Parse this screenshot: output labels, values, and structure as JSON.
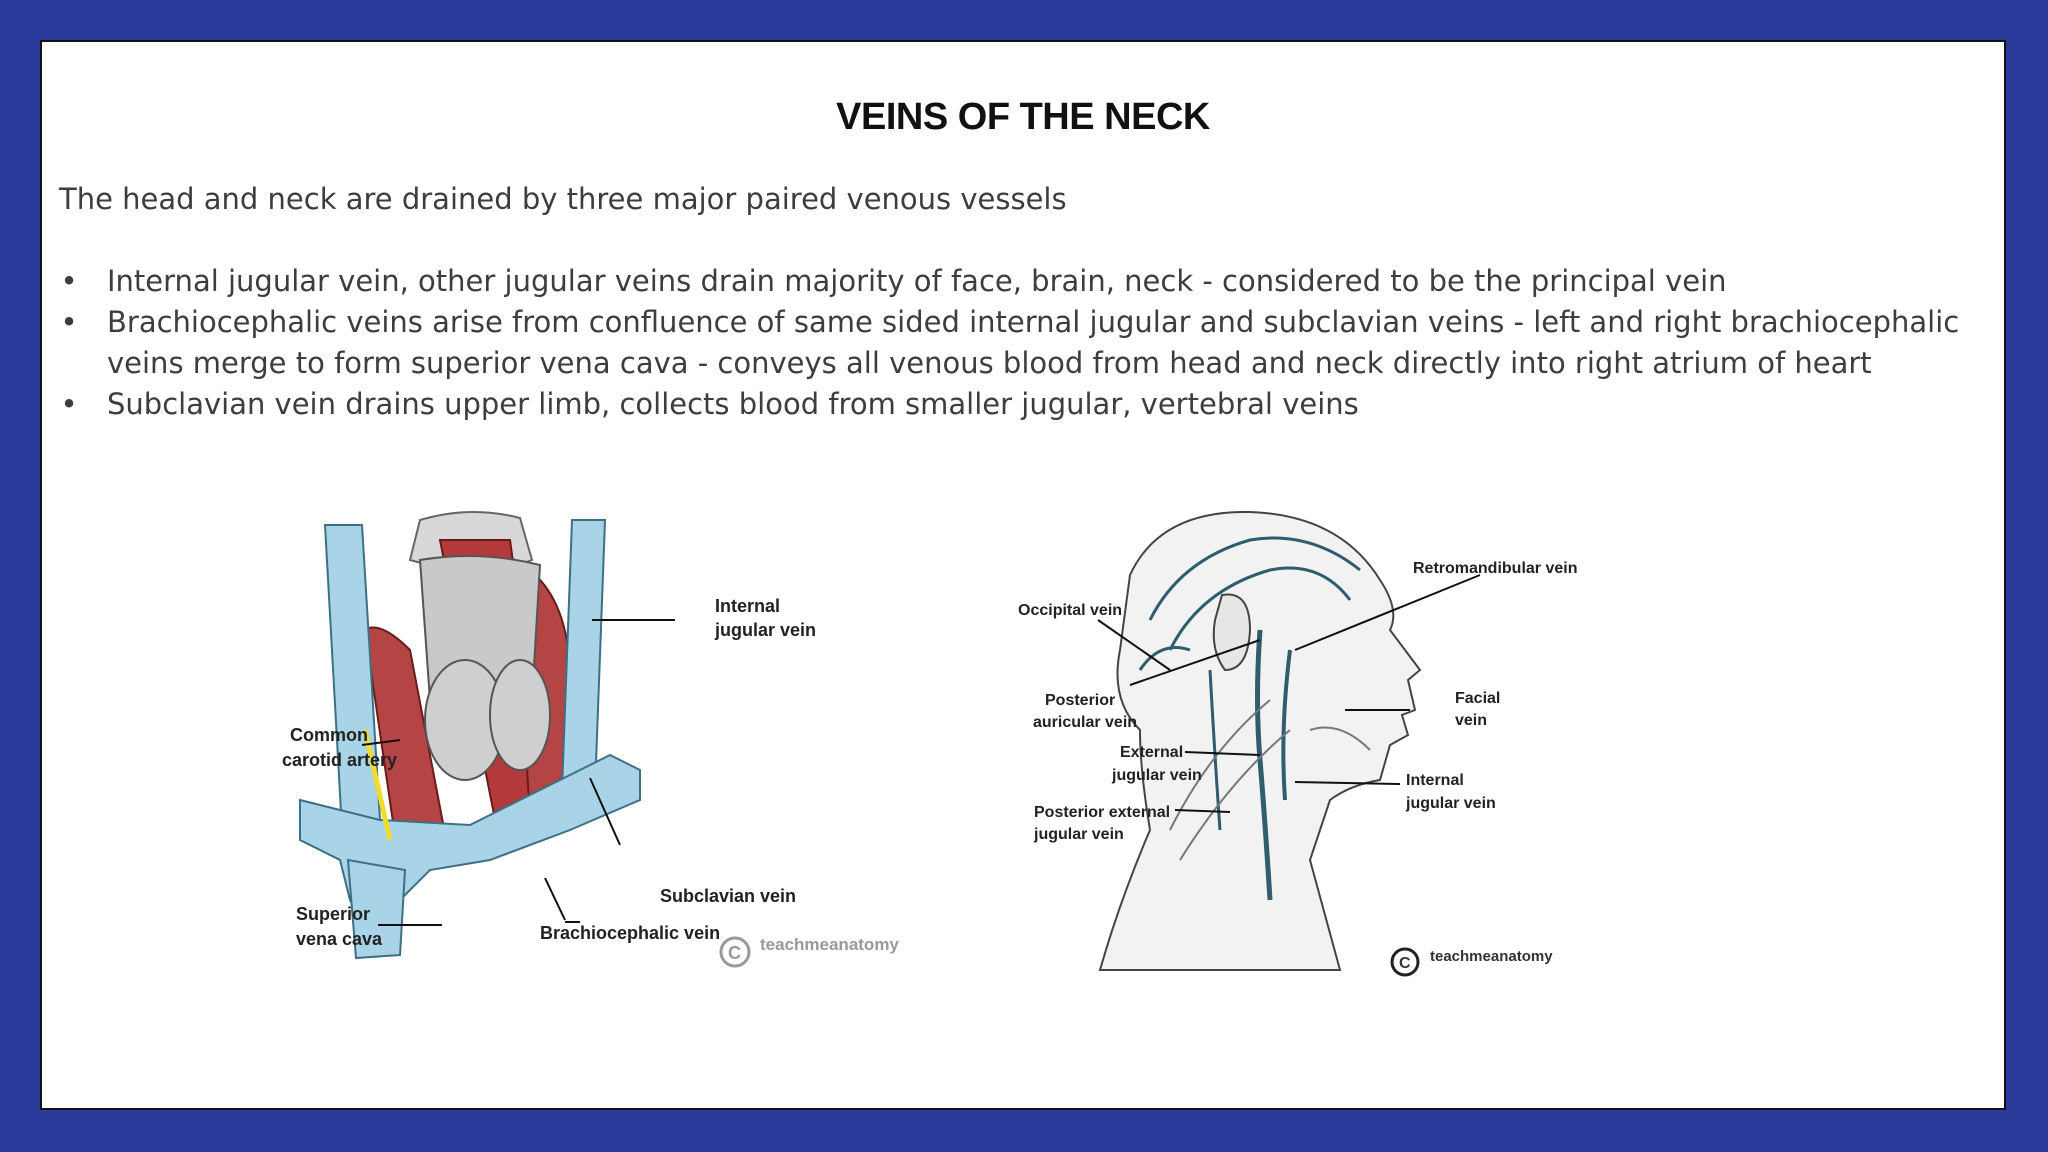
{
  "slide": {
    "title": "VEINS OF THE NECK",
    "intro": "The head and neck are drained by three major paired venous vessels",
    "bullets": [
      {
        "marker": "•",
        "text": "Internal jugular vein, other jugular veins drain majority of face, brain, neck - considered to be the principal vein"
      },
      {
        "marker": "•",
        "text": "Brachiocephalic veins arise from confluence of same sided internal jugular and subclavian veins - left and right brachiocephalic veins merge to form superior vena cava - conveys all venous blood from head and neck directly into right atrium of heart"
      },
      {
        "marker": "•",
        "text": "Subclavian vein drains upper limb, collects blood from smaller jugular, vertebral veins"
      }
    ]
  },
  "figure_left": {
    "labels": {
      "internal_line1": "Internal",
      "internal_line2": "jugular vein",
      "carotid_line1": "Common",
      "carotid_line2": "carotid artery",
      "subclavian": "Subclavian vein",
      "svc_line1": "Superior",
      "svc_line2": "vena cava",
      "brachio": "Brachiocephalic vein"
    },
    "watermark": "teachmeanatomy",
    "watermark_symbol": "C"
  },
  "figure_right": {
    "labels": {
      "retro": "Retromandibular vein",
      "occipital": "Occipital vein",
      "post_aur_line1": "Posterior",
      "post_aur_line2": "auricular vein",
      "facial_line1": "Facial",
      "facial_line2": "vein",
      "ext_line1": "External",
      "ext_line2": "jugular vein",
      "int_line1": "Internal",
      "int_line2": "jugular vein",
      "post_ext_line1": "Posterior external",
      "post_ext_line2": "jugular vein"
    },
    "watermark": "teachmeanatomy",
    "watermark_symbol": "C"
  }
}
